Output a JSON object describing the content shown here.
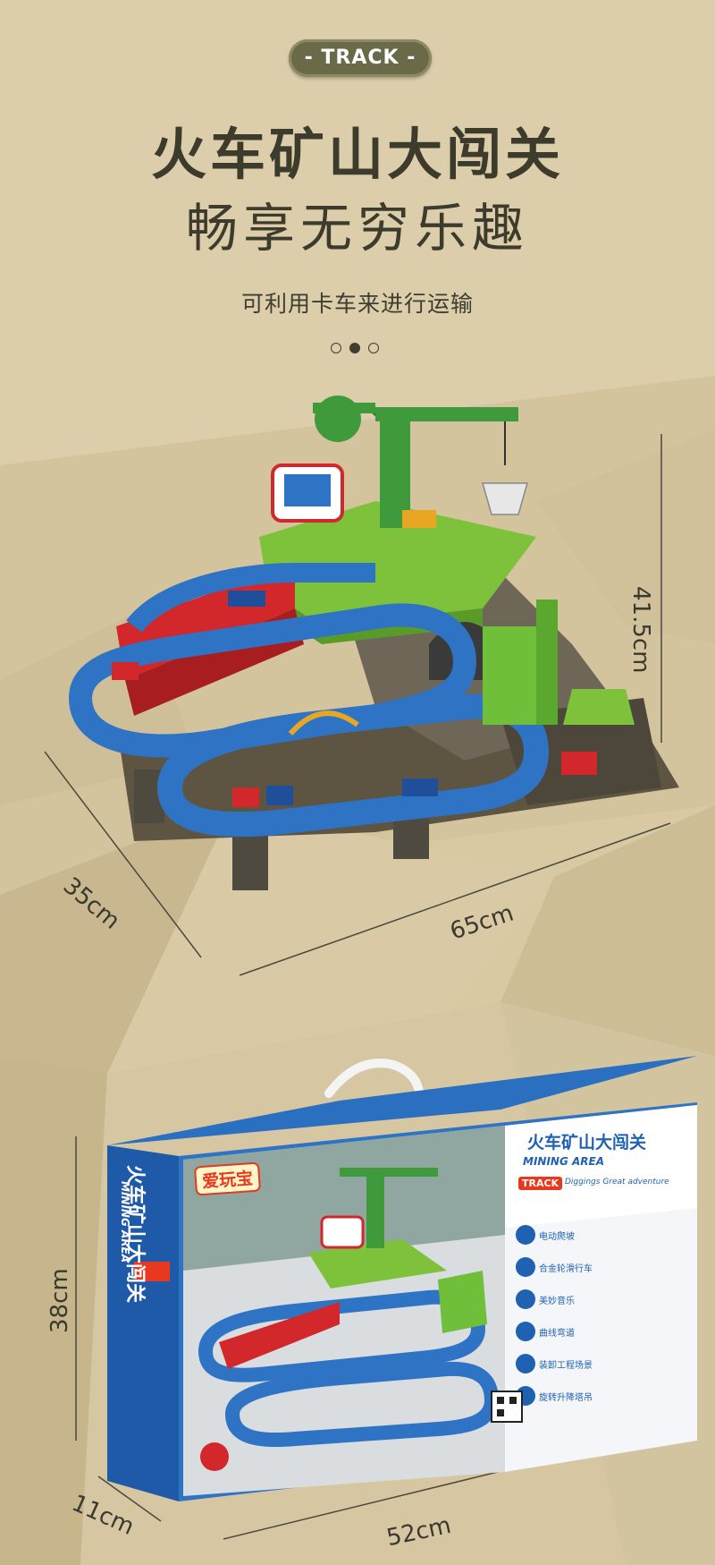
{
  "badge": {
    "label": "- TRACK -"
  },
  "headline": {
    "title": "火车矿山大闯关",
    "subtitle": "畅享无穷乐趣",
    "caption": "可利用卡车来进行运输"
  },
  "carousel": {
    "count": 3,
    "active_index": 1
  },
  "dimensions": {
    "height": "41.5cm",
    "depth": "35cm",
    "width": "65cm",
    "box_height": "38cm",
    "box_depth": "11cm",
    "box_width": "52cm"
  },
  "package": {
    "brand": "爱玩宝",
    "panel_title": "火车矿山大闯关",
    "panel_subtitle": "MINING AREA",
    "panel_track": "TRACK",
    "panel_tagline": "Diggings Great adventure",
    "side_title": "火车矿山大闯关",
    "side_subtitle": "MINING AREA",
    "features": [
      "电动爬坡",
      "合金轮滑行车",
      "美妙音乐",
      "曲线弯道",
      "装卸工程场景",
      "旋转升降塔吊"
    ]
  },
  "colors": {
    "background": "#d8c9a3",
    "badge": "#6b6a48",
    "track_blue": "#2f73c4",
    "grass_green": "#7ec13a",
    "crane_green": "#3f9a3c",
    "ramp_red": "#d2282b",
    "box_blue": "#1f62b1"
  }
}
